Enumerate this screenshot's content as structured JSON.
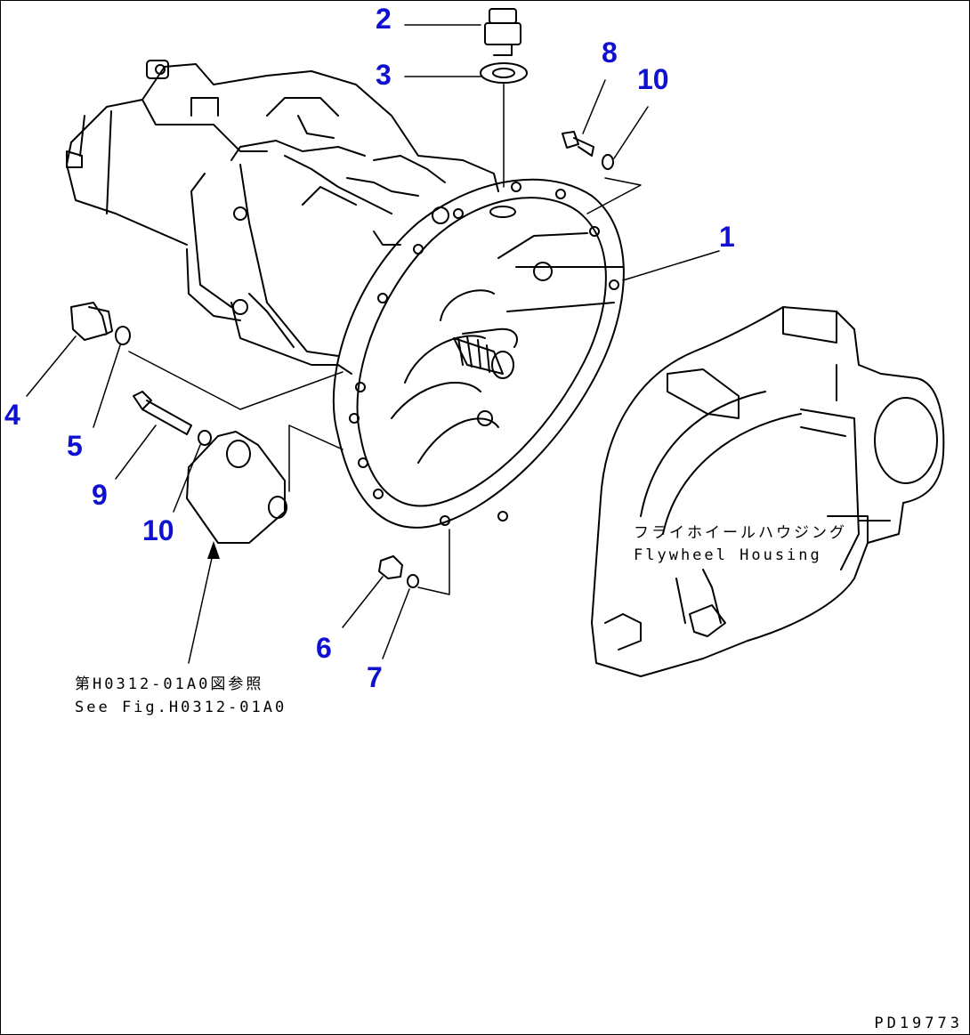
{
  "colors": {
    "callout": "#1010d0",
    "line": "#000000",
    "background": "#ffffff"
  },
  "callouts": [
    "1",
    "2",
    "3",
    "4",
    "5",
    "6",
    "7",
    "8",
    "9",
    "10",
    "10"
  ],
  "notes": {
    "flywheel_jp": "フライホイールハウジング",
    "flywheel_en": "Flywheel Housing",
    "see_fig_jp": "第H0312-01A0図参照",
    "see_fig_en": "See Fig.H0312-01A0"
  },
  "doc_id": "PD19773"
}
